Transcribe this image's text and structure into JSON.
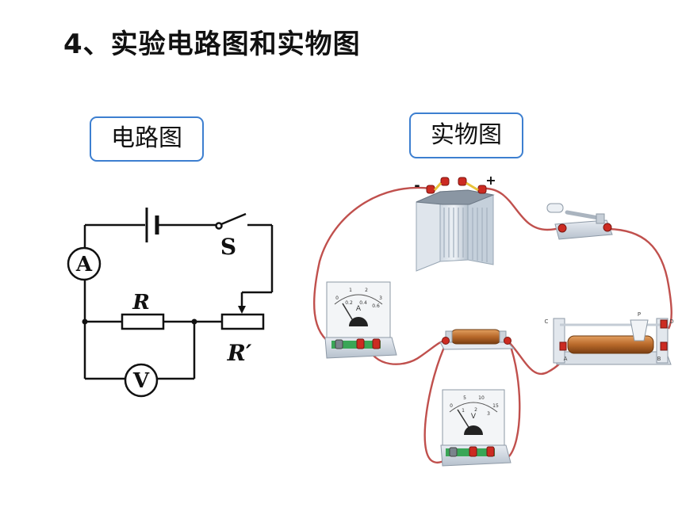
{
  "title": "4、实验电路图和实物图",
  "circuit": {
    "label": "电路图",
    "ammeter_symbol": "A",
    "voltmeter_symbol": "V",
    "switch_label": "S",
    "resistor_label": "R",
    "rheostat_label": "R′"
  },
  "physical": {
    "label": "实物图",
    "battery_minus": "-",
    "battery_plus": "+",
    "ammeter_unit": "A",
    "voltmeter_unit": "V",
    "ammeter_ticks": [
      "0",
      "1",
      "2",
      "3",
      "0.2",
      "0.4",
      "0.6"
    ],
    "voltmeter_ticks": [
      "0",
      "5",
      "10",
      "15",
      "1",
      "2",
      "3"
    ],
    "rheostat_terminals": [
      "C",
      "D",
      "P",
      "A",
      "B"
    ]
  },
  "colors": {
    "wire": "#c0504d",
    "box_border": "#3d7fd0",
    "coil": "#b8692a",
    "terminal": "#cc2b22"
  }
}
